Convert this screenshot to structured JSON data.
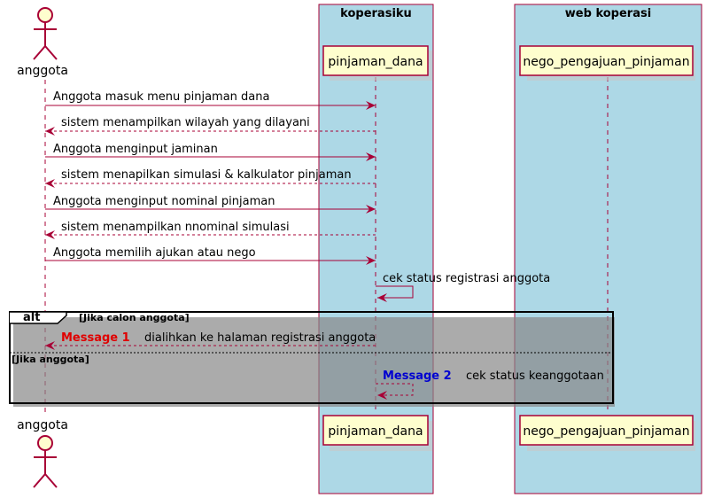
{
  "boxes": {
    "koperasiku": "koperasiku",
    "web_koperasi": "web koperasi"
  },
  "participants": {
    "actor": "anggota",
    "pinjaman": "pinjaman_dana",
    "nego": "nego_pengajuan_pinjaman"
  },
  "messages": [
    "Anggota masuk menu pinjaman dana",
    "sistem menampilkan wilayah yang dilayani",
    "Anggota menginput jaminan",
    "sistem menapilkan simulasi & kalkulator pinjaman",
    "Anggota menginput nominal pinjaman",
    "sistem menampilkan nnominal simulasi",
    "Anggota memilih ajukan atau nego",
    "cek status registrasi anggota"
  ],
  "alt": {
    "keyword": "alt",
    "guard1": "[Jika calon anggota]",
    "guard2": "[Jika anggota]",
    "msg1_tag": "Message 1",
    "msg1_text": "dialihkan ke halaman registrasi anggota",
    "msg2_tag": "Message 2",
    "msg2_text": "cek status keanggotaan"
  },
  "colors": {
    "box_fill": "#add8e6",
    "participant_fill": "#fefece",
    "line": "#a80036"
  }
}
